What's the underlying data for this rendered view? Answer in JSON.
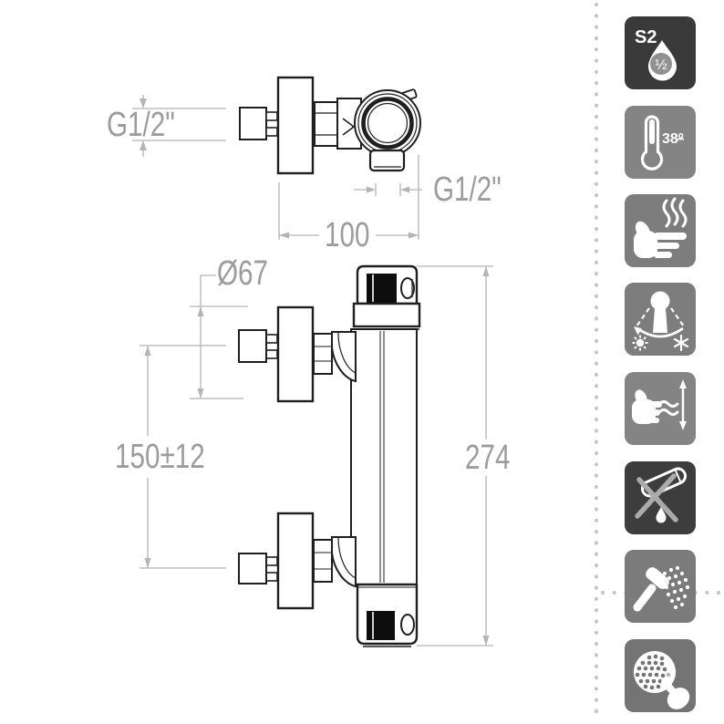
{
  "page": {
    "background": "#ffffff"
  },
  "colors": {
    "product_line": "#1f1f1f",
    "dimension_line": "#b4b4b4",
    "dimension_text": "#9c9c9c",
    "dotted_separator": "#c6c6c6"
  },
  "drawing": {
    "top_view": {
      "inlet_thread_label": "G1/2\"",
      "depth_label": "100",
      "outlet_thread_label": "G1/2\""
    },
    "front_view": {
      "flange_diameter_label": "Ø67",
      "inlet_spacing_label": "150±12",
      "body_height_label": "274"
    }
  },
  "badges": [
    {
      "id": "flow-class-s2",
      "bg": "#3a3a3a",
      "label": "S2",
      "droplet_label": "½"
    },
    {
      "id": "thermostatic-38",
      "bg": "#848484",
      "label": "38º"
    },
    {
      "id": "hot-water-supply",
      "bg": "#7d7d7d"
    },
    {
      "id": "temperature-range",
      "bg": "#7d7d7d"
    },
    {
      "id": "flow-control",
      "bg": "#848484"
    },
    {
      "id": "no-aggressive-cleaners",
      "bg": "#3d3d3d"
    },
    {
      "id": "hand-shower",
      "bg": "#7b7b7b"
    },
    {
      "id": "easy-clean-nozzles",
      "bg": "#747474"
    }
  ]
}
